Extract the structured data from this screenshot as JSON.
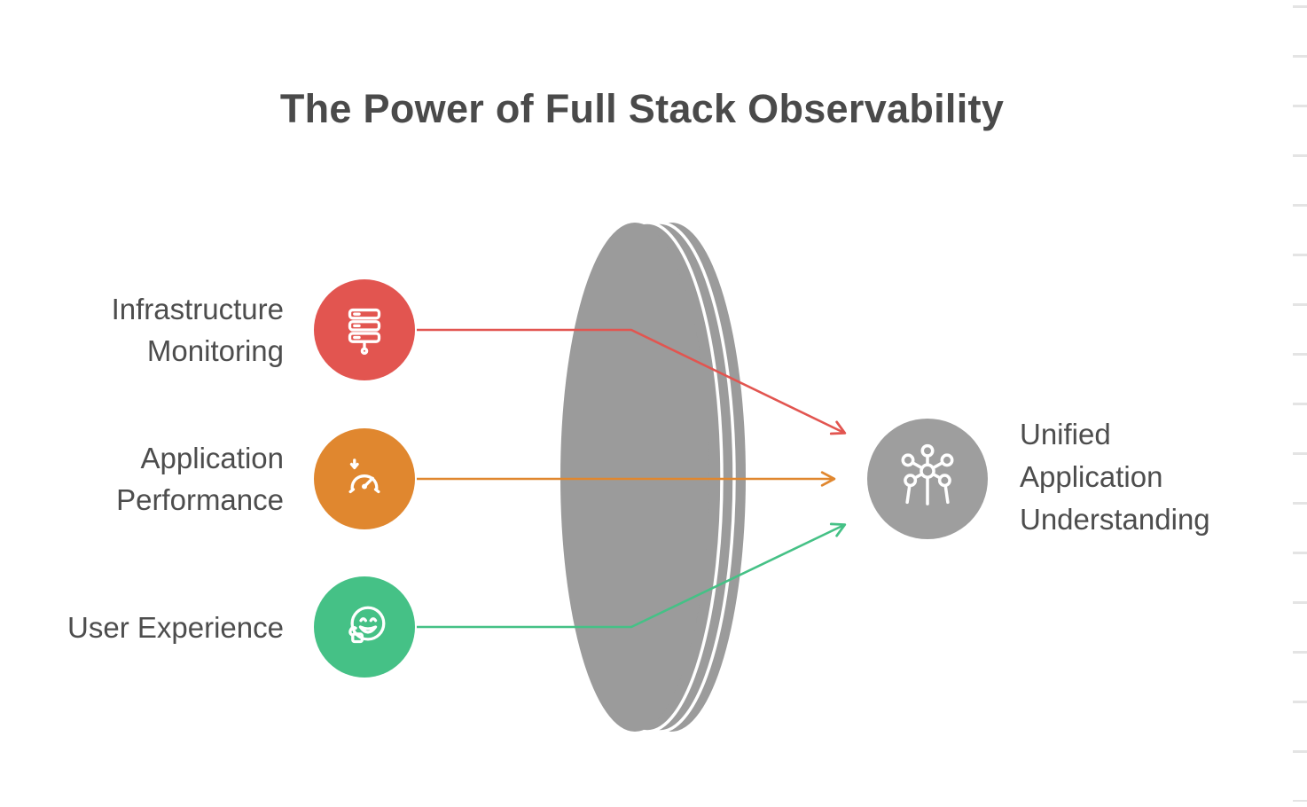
{
  "title": "The Power of Full Stack Observability",
  "inputs": [
    {
      "label": "Infrastructure\nMonitoring",
      "icon": "server-icon",
      "color": "#E25550"
    },
    {
      "label": "Application\nPerformance",
      "icon": "gauge-icon",
      "color": "#E0872F"
    },
    {
      "label": "User Experience",
      "icon": "smiley-thumbs-up-icon",
      "color": "#45C186"
    }
  ],
  "output": {
    "label": "Unified\nApplication\nUnderstanding",
    "icon": "atomium-network-icon",
    "color": "#9E9E9E"
  },
  "lens": {
    "color": "#9B9B9B",
    "edge_line_color": "#FFFFFF"
  },
  "arrows": {
    "infrastructure": "#E25550",
    "application": "#E0872F",
    "user_experience": "#45C186"
  },
  "text_color": "#4D4D4D",
  "title_color": "#4A4A4A",
  "background_color": "#FFFFFF"
}
